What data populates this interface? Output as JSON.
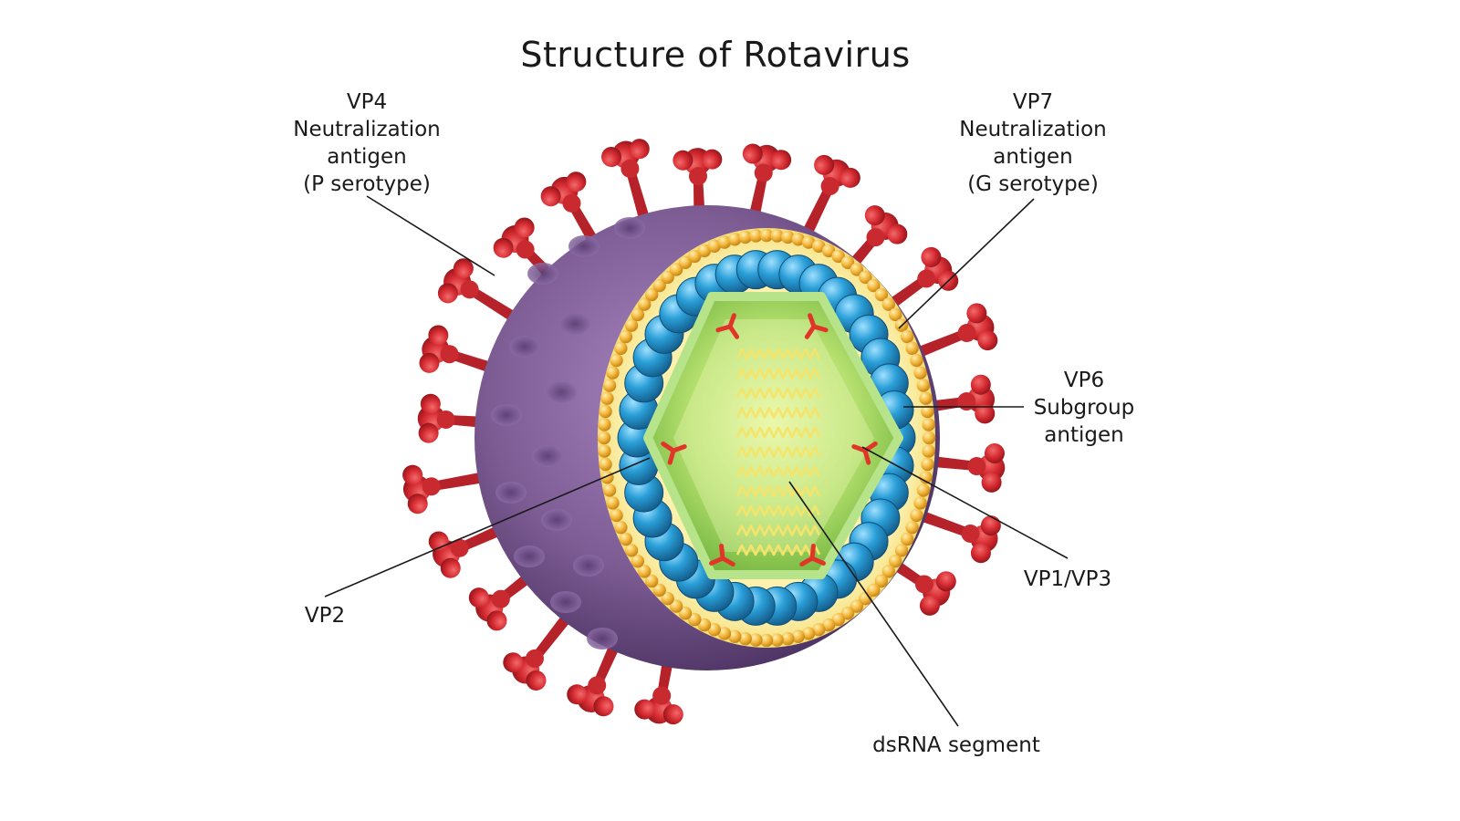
{
  "title": "Structure of Rotavirus",
  "colors": {
    "envelope": "#7d5c94",
    "envelope_dark": "#4a3160",
    "spike": "#d42a31",
    "lipid_bead": "#f2b63a",
    "lipid_band": "#fbeea0",
    "capsid_bead": "#2a8ec4",
    "core": "#8cc84a",
    "rna": "#f5e46a",
    "vp1_vp3": "#e2352a",
    "leader_line": "#1a1a1a"
  },
  "labels": {
    "vp4": {
      "line1": "VP4",
      "line2": "Neutralization",
      "line3": "antigen",
      "line4": "(P serotype)"
    },
    "vp7": {
      "line1": "VP7",
      "line2": "Neutralization",
      "line3": "antigen",
      "line4": "(G serotype)"
    },
    "vp6": {
      "line1": "VP6",
      "line2": "Subgroup",
      "line3": "antigen"
    },
    "vp1_vp3": "VP1/VP3",
    "vp2": "VP2",
    "dsrna": "dsRNA segment"
  },
  "rna_row_text": "ʌvʌvʌvʌvʌv"
}
